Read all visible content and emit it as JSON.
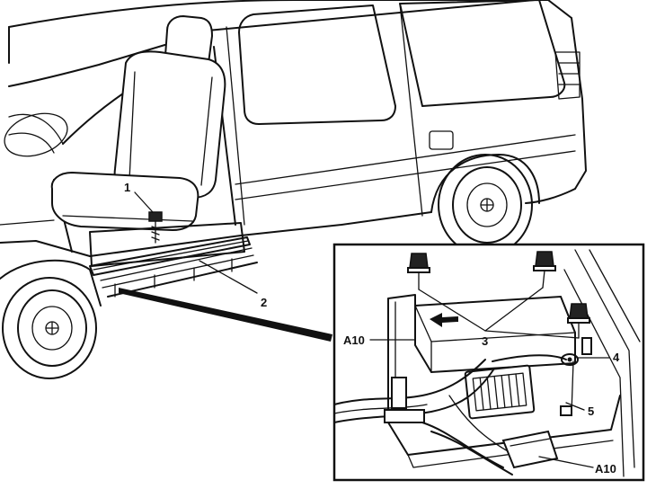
{
  "labels": {
    "part_1": "1",
    "part_2": "2",
    "part_3": "3",
    "part_4": "4",
    "part_5": "5",
    "module_left": "A10",
    "module_bottom": "A10"
  }
}
